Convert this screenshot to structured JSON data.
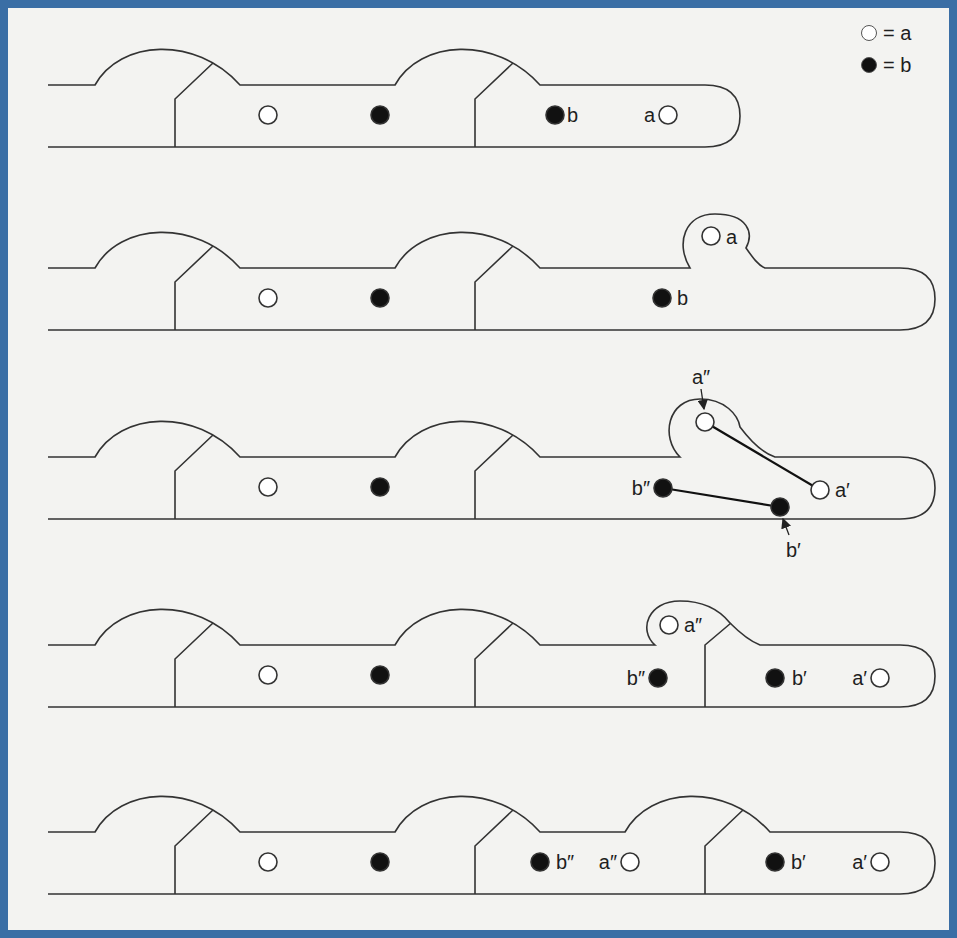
{
  "diagram": {
    "labels": [
      "b",
      "a",
      "a",
      "b",
      "a″",
      "b″",
      "a′",
      "b′",
      "a″",
      "b″",
      "b′",
      "a′",
      "b″",
      "a″",
      "b′",
      "a′"
    ],
    "legend": [
      {
        "text": "= a"
      },
      {
        "text": "= b"
      }
    ]
  }
}
